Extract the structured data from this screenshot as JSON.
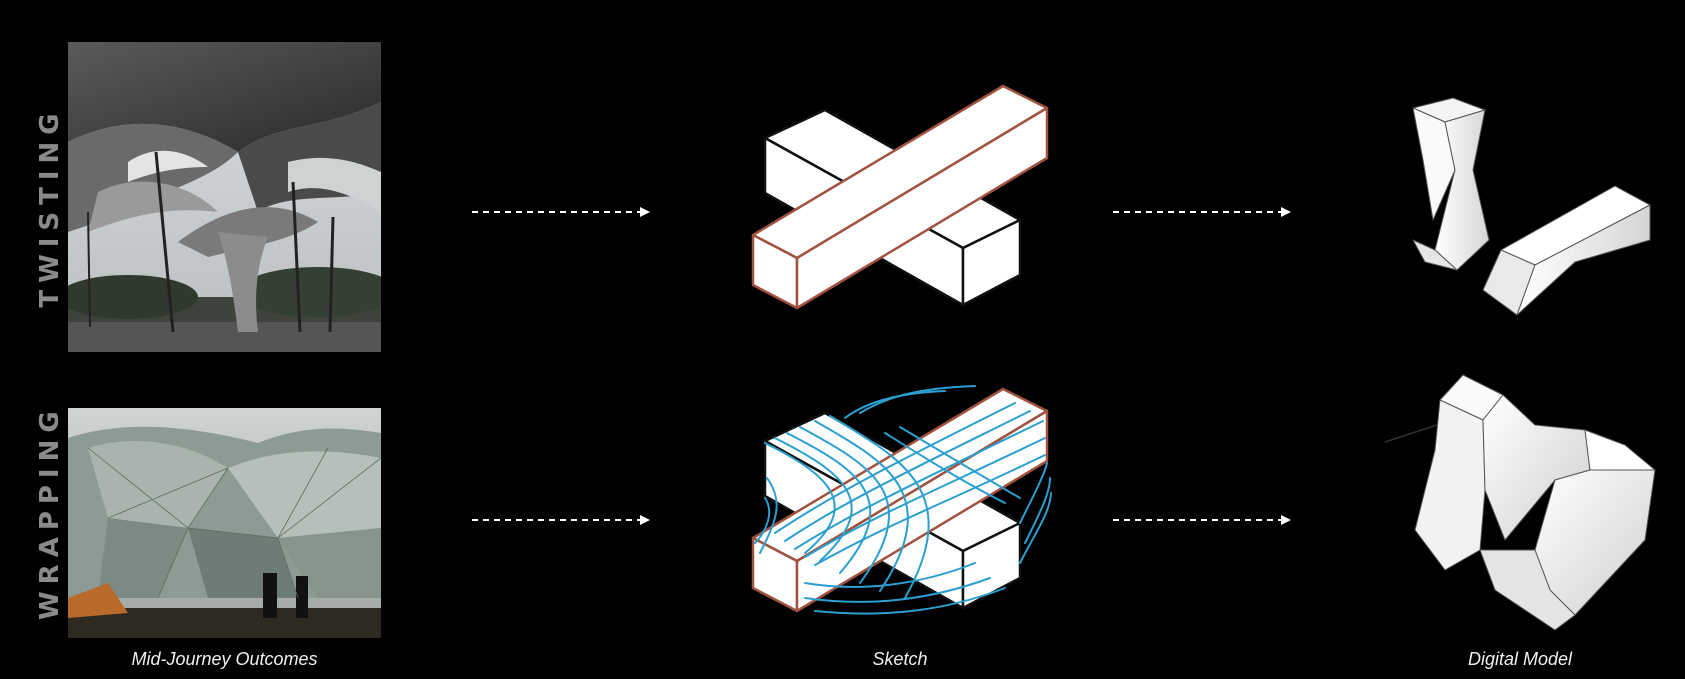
{
  "rows": [
    {
      "label": "TWISTING"
    },
    {
      "label": "WRAPPING"
    }
  ],
  "captions": {
    "outcomes": "Mid-Journey Outcomes",
    "sketch": "Sketch",
    "model": "Digital Model"
  },
  "colors": {
    "background": "#000000",
    "sketch_outline": "#a0523f",
    "wrap_lines": "#2a9fd0",
    "label_gray": "#8a8a8a"
  }
}
